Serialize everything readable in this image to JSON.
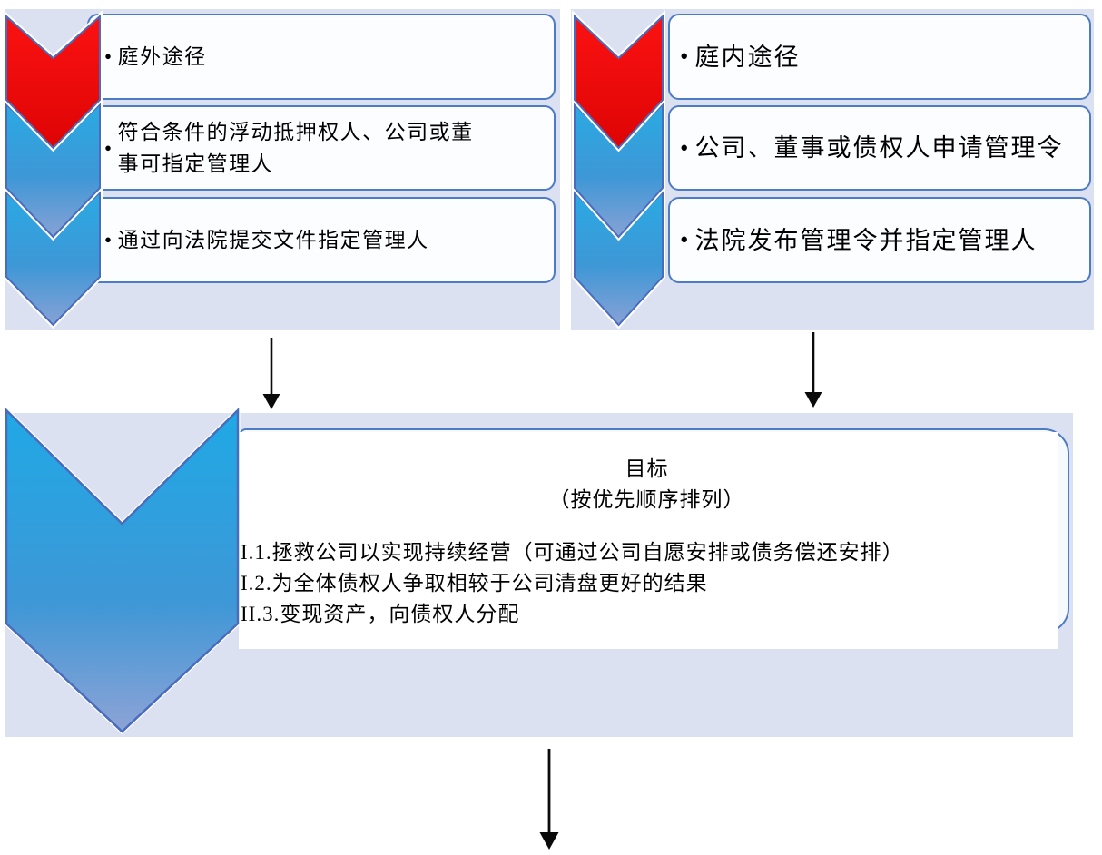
{
  "theme": {
    "panel_bg": "#dbe1f1",
    "box_border": "#4d7cc4",
    "box_fill": "#fbfdff",
    "chevron_border": "#4a6cbd",
    "chevron_red_top": "#fb1212",
    "chevron_red_bottom": "#de0404",
    "chevron_blue_top": "#29aae3",
    "chevron_blue_mid": "#3e97d6",
    "chevron_blue_bottom": "#87a2d5",
    "arrow_color": "#0a0a0a",
    "text_color": "#000000"
  },
  "symbols": {
    "bullet": "•"
  },
  "left_flow": {
    "boxes": [
      {
        "lines": [
          "庭外途径"
        ]
      },
      {
        "lines": [
          "符合条件的浮动抵押权人、公司或董",
          "事可指定管理人"
        ]
      },
      {
        "lines": [
          "通过向法院提交文件指定管理人"
        ]
      }
    ]
  },
  "right_flow": {
    "boxes": [
      {
        "lines": [
          "庭内途径"
        ]
      },
      {
        "lines": [
          "公司、董事或债权人申请管理令"
        ]
      },
      {
        "lines": [
          "法院发布管理令并指定管理人"
        ]
      }
    ]
  },
  "goal": {
    "title": "目标",
    "subtitle": "（按优先顺序排列）",
    "items": [
      "I.1.拯救公司以实现持续经营（可通过公司自愿安排或债务偿还安排）",
      "I.2.为全体债权人争取相较于公司清盘更好的结果",
      "II.3.变现资产，向债权人分配"
    ]
  }
}
